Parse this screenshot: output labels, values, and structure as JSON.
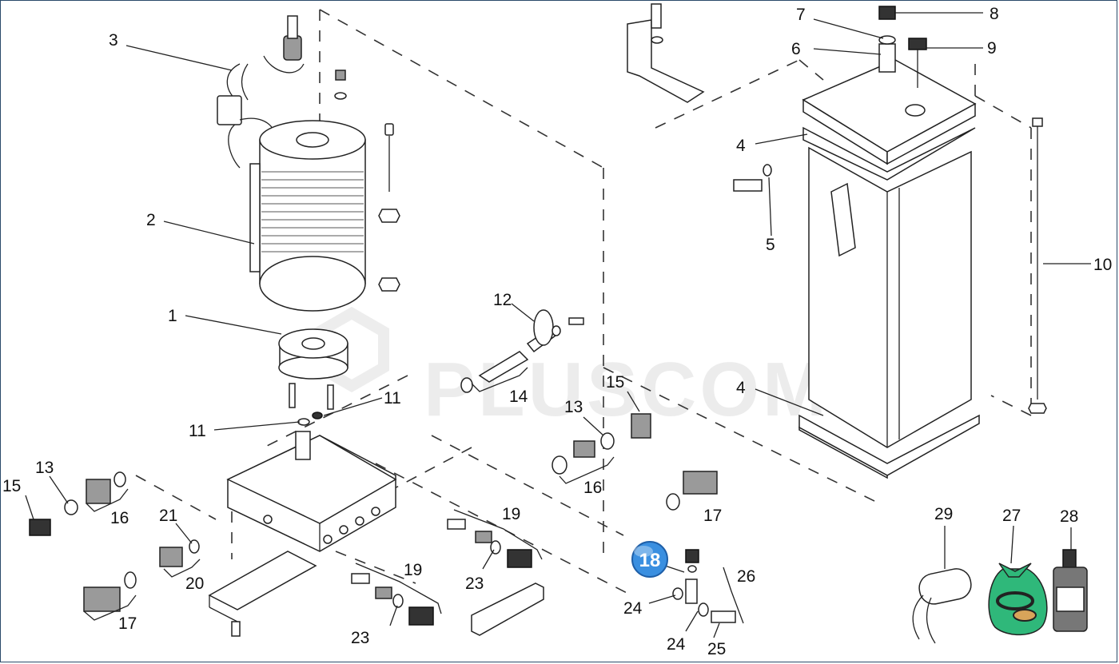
{
  "watermark": "PLUSCOM",
  "highlight": {
    "label": "18",
    "color": "#3a8fe0"
  },
  "callouts": [
    {
      "id": "c1",
      "text": "1"
    },
    {
      "id": "c2",
      "text": "2"
    },
    {
      "id": "c3",
      "text": "3"
    },
    {
      "id": "c4a",
      "text": "4"
    },
    {
      "id": "c4b",
      "text": "4"
    },
    {
      "id": "c5",
      "text": "5"
    },
    {
      "id": "c6",
      "text": "6"
    },
    {
      "id": "c7",
      "text": "7"
    },
    {
      "id": "c8",
      "text": "8"
    },
    {
      "id": "c9",
      "text": "9"
    },
    {
      "id": "c10",
      "text": "10"
    },
    {
      "id": "c11a",
      "text": "11"
    },
    {
      "id": "c11b",
      "text": "11"
    },
    {
      "id": "c12",
      "text": "12"
    },
    {
      "id": "c13a",
      "text": "13"
    },
    {
      "id": "c13b",
      "text": "13"
    },
    {
      "id": "c14",
      "text": "14"
    },
    {
      "id": "c15a",
      "text": "15"
    },
    {
      "id": "c15b",
      "text": "15"
    },
    {
      "id": "c16a",
      "text": "16"
    },
    {
      "id": "c16b",
      "text": "16"
    },
    {
      "id": "c17a",
      "text": "17"
    },
    {
      "id": "c17b",
      "text": "17"
    },
    {
      "id": "c19a",
      "text": "19"
    },
    {
      "id": "c19b",
      "text": "19"
    },
    {
      "id": "c20",
      "text": "20"
    },
    {
      "id": "c21",
      "text": "21"
    },
    {
      "id": "c23a",
      "text": "23"
    },
    {
      "id": "c23b",
      "text": "23"
    },
    {
      "id": "c24a",
      "text": "24"
    },
    {
      "id": "c24b",
      "text": "24"
    },
    {
      "id": "c25",
      "text": "25"
    },
    {
      "id": "c26",
      "text": "26"
    },
    {
      "id": "c27",
      "text": "27"
    },
    {
      "id": "c28",
      "text": "28"
    },
    {
      "id": "c29",
      "text": "29"
    }
  ],
  "colors": {
    "bag": "#2fb87a",
    "line": "#222222",
    "frame": "#2a4a6a"
  }
}
